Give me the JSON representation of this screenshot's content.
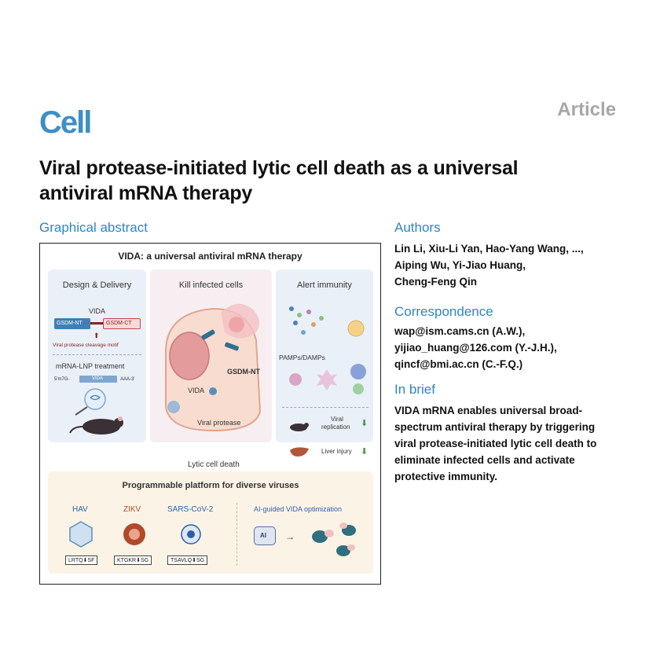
{
  "header": {
    "journal": "Cell",
    "article_type": "Article"
  },
  "title": {
    "line1": "Viral protease-initiated lytic cell death as a universal",
    "line2": "antiviral mRNA therapy"
  },
  "graphical_abstract": {
    "heading": "Graphical abstract",
    "main_title": "VIDA: a universal antiviral mRNA therapy",
    "design_delivery": {
      "title": "Design & Delivery",
      "construct_label": "VIDA",
      "nt_label": "GSDM-NT",
      "ct_label": "GSDM-CT",
      "cleavage_label": "Viral protease cleavage motif",
      "lnp_title": "mRNA-LNP treatment",
      "mrna_left": "5'm7G-",
      "mrna_center": "VIDA",
      "mrna_right": "AAA-3'"
    },
    "kill": {
      "title": "Kill infected cells",
      "gsdm_nt": "GSDM-NT",
      "vida": "VIDA",
      "viral_protease": "Viral protease",
      "lytic": "Lytic cell death"
    },
    "alert": {
      "title": "Alert immunity",
      "pamps": "PAMPs/DAMPs",
      "viral_line1": "Viral",
      "viral_line2": "replication",
      "liver": "Liver injury"
    },
    "platform": {
      "title": "Programmable platform for diverse viruses",
      "viruses": [
        {
          "name": "HAV",
          "color": "#2f5fa8",
          "motif": "LRTQ⬇SF"
        },
        {
          "name": "ZIKV",
          "color": "#b04a2a",
          "motif": "KTGKR⬇SG"
        },
        {
          "name": "SARS-CoV-2",
          "color": "#2f5fa8",
          "motif": "TSAVLQ⬇SG"
        }
      ],
      "ai_title": "AI-guided VIDA optimization",
      "ai_chip": "AI"
    }
  },
  "authors": {
    "heading": "Authors",
    "line1": "Lin Li, Xiu-Li Yan, Hao-Yang Wang, ...,",
    "line2": "Aiping Wu, Yi-Jiao Huang,",
    "line3": "Cheng-Feng Qin"
  },
  "correspondence": {
    "heading": "Correspondence",
    "line1": "wap@ism.cams.cn (A.W.),",
    "line2": "yijiao_huang@126.com (Y.-J.H.),",
    "line3": "qincf@bmi.ac.cn (C.-F.Q.)"
  },
  "in_brief": {
    "heading": "In brief",
    "line1": "VIDA mRNA enables universal broad-",
    "line2": "spectrum antiviral therapy by triggering",
    "line3": "viral protease-initiated lytic cell death to",
    "line4": "eliminate infected cells and activate",
    "line5": "protective immunity."
  },
  "colors": {
    "brand_blue": "#3d8fc6",
    "heading_blue": "#2f86c0",
    "panel_blue": "#eaf0f8",
    "panel_pink": "#f7eef2",
    "panel_cream": "#fbf4e6"
  }
}
